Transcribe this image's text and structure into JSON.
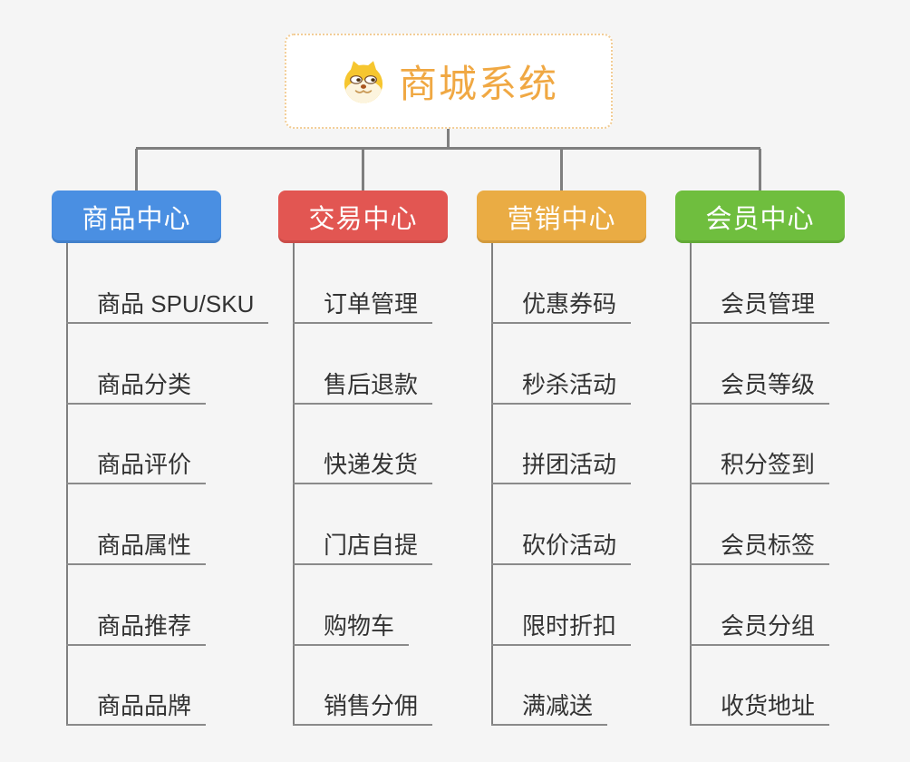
{
  "root": {
    "label": "商城系统",
    "icon": "dog-face-icon",
    "text_color": "#F0A843",
    "background": "#FFFFFF",
    "border_color": "#F2CD96"
  },
  "branches": [
    {
      "label": "商品中心",
      "color": "#4A8FE2",
      "leaves": [
        "商品 SPU/SKU",
        "商品分类",
        "商品评价",
        "商品属性",
        "商品推荐",
        "商品品牌"
      ]
    },
    {
      "label": "交易中心",
      "color": "#E25652",
      "leaves": [
        "订单管理",
        "售后退款",
        "快递发货",
        "门店自提",
        "购物车",
        "销售分佣"
      ]
    },
    {
      "label": "营销中心",
      "color": "#EAAC44",
      "leaves": [
        "优惠券码",
        "秒杀活动",
        "拼团活动",
        "砍价活动",
        "限时折扣",
        "满减送"
      ]
    },
    {
      "label": "会员中心",
      "color": "#6FBE3E",
      "leaves": [
        "会员管理",
        "会员等级",
        "积分签到",
        "会员标签",
        "会员分组",
        "收货地址"
      ]
    }
  ],
  "colors": {
    "background": "#F5F5F5",
    "connector": "#7F7F7F",
    "leaf_text": "#333333",
    "branch_text": "#FFFFFF"
  }
}
